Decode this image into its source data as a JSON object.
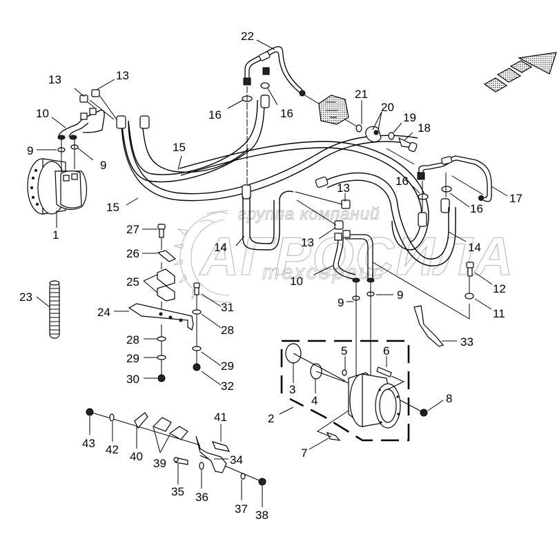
{
  "diagram": {
    "title": "Hydraulic travel motor lines – exploded parts view",
    "watermark": {
      "line1": "группа компаний",
      "line2": "АГРОСИЛА",
      "line3": "техсервис"
    },
    "direction_arrow": "forward-direction-arrow",
    "callouts": [
      {
        "id": "c1",
        "text": "1"
      },
      {
        "id": "c2",
        "text": "2"
      },
      {
        "id": "c3",
        "text": "3"
      },
      {
        "id": "c4",
        "text": "4"
      },
      {
        "id": "c5",
        "text": "5"
      },
      {
        "id": "c6",
        "text": "6"
      },
      {
        "id": "c7",
        "text": "7"
      },
      {
        "id": "c8",
        "text": "8"
      },
      {
        "id": "c9a",
        "text": "9"
      },
      {
        "id": "c9b",
        "text": "9"
      },
      {
        "id": "c9c",
        "text": "9"
      },
      {
        "id": "c9d",
        "text": "9"
      },
      {
        "id": "c10a",
        "text": "10"
      },
      {
        "id": "c10b",
        "text": "10"
      },
      {
        "id": "c11",
        "text": "11"
      },
      {
        "id": "c12",
        "text": "12"
      },
      {
        "id": "c13a",
        "text": "13"
      },
      {
        "id": "c13b",
        "text": "13"
      },
      {
        "id": "c13c",
        "text": "13"
      },
      {
        "id": "c13d",
        "text": "13"
      },
      {
        "id": "c14a",
        "text": "14"
      },
      {
        "id": "c14b",
        "text": "14"
      },
      {
        "id": "c15a",
        "text": "15"
      },
      {
        "id": "c15b",
        "text": "15"
      },
      {
        "id": "c16a",
        "text": "16"
      },
      {
        "id": "c16b",
        "text": "16"
      },
      {
        "id": "c16c",
        "text": "16"
      },
      {
        "id": "c16d",
        "text": "16"
      },
      {
        "id": "c17",
        "text": "17"
      },
      {
        "id": "c18",
        "text": "18"
      },
      {
        "id": "c19",
        "text": "19"
      },
      {
        "id": "c20",
        "text": "20"
      },
      {
        "id": "c21",
        "text": "21"
      },
      {
        "id": "c22",
        "text": "22"
      },
      {
        "id": "c23",
        "text": "23"
      },
      {
        "id": "c24",
        "text": "24"
      },
      {
        "id": "c25",
        "text": "25"
      },
      {
        "id": "c26",
        "text": "26"
      },
      {
        "id": "c27",
        "text": "27"
      },
      {
        "id": "c28a",
        "text": "28"
      },
      {
        "id": "c28b",
        "text": "28"
      },
      {
        "id": "c29a",
        "text": "29"
      },
      {
        "id": "c29b",
        "text": "29"
      },
      {
        "id": "c30",
        "text": "30"
      },
      {
        "id": "c31",
        "text": "31"
      },
      {
        "id": "c32",
        "text": "32"
      },
      {
        "id": "c33",
        "text": "33"
      },
      {
        "id": "c34",
        "text": "34"
      },
      {
        "id": "c35",
        "text": "35"
      },
      {
        "id": "c36",
        "text": "36"
      },
      {
        "id": "c37",
        "text": "37"
      },
      {
        "id": "c38",
        "text": "38"
      },
      {
        "id": "c39",
        "text": "39"
      },
      {
        "id": "c40",
        "text": "40"
      },
      {
        "id": "c41",
        "text": "41"
      },
      {
        "id": "c42",
        "text": "42"
      },
      {
        "id": "c43",
        "text": "43"
      }
    ]
  }
}
